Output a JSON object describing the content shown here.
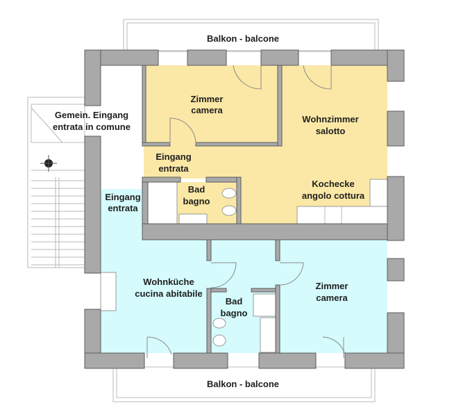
{
  "colors": {
    "private_zone": "#fbe8a6",
    "guest_zone": "#d5fbfd",
    "wall": "#a9a9a9",
    "common": "#ffffff"
  },
  "labels": {
    "balcony_top": "Balkon - balcone",
    "balcony_bottom": "Balkon - balcone",
    "common_entrance": [
      "Gemein. Eingang",
      "entrata in comune"
    ],
    "room_top": [
      "Zimmer",
      "camera"
    ],
    "living": [
      "Wohnzimmer",
      "salotto"
    ],
    "entrance_yellow": [
      "Eingang",
      "entrata"
    ],
    "bath_yellow": [
      "Bad",
      "bagno"
    ],
    "kitchenette": [
      "Kochecke",
      "angolo cottura"
    ],
    "entrance_cyan": [
      "Eingang",
      "entrata"
    ],
    "kitchen_living": [
      "Wohnküche",
      "cucina abitabile"
    ],
    "bath_cyan": [
      "Bad",
      "bagno"
    ],
    "room_right": [
      "Zimmer",
      "camera"
    ]
  }
}
